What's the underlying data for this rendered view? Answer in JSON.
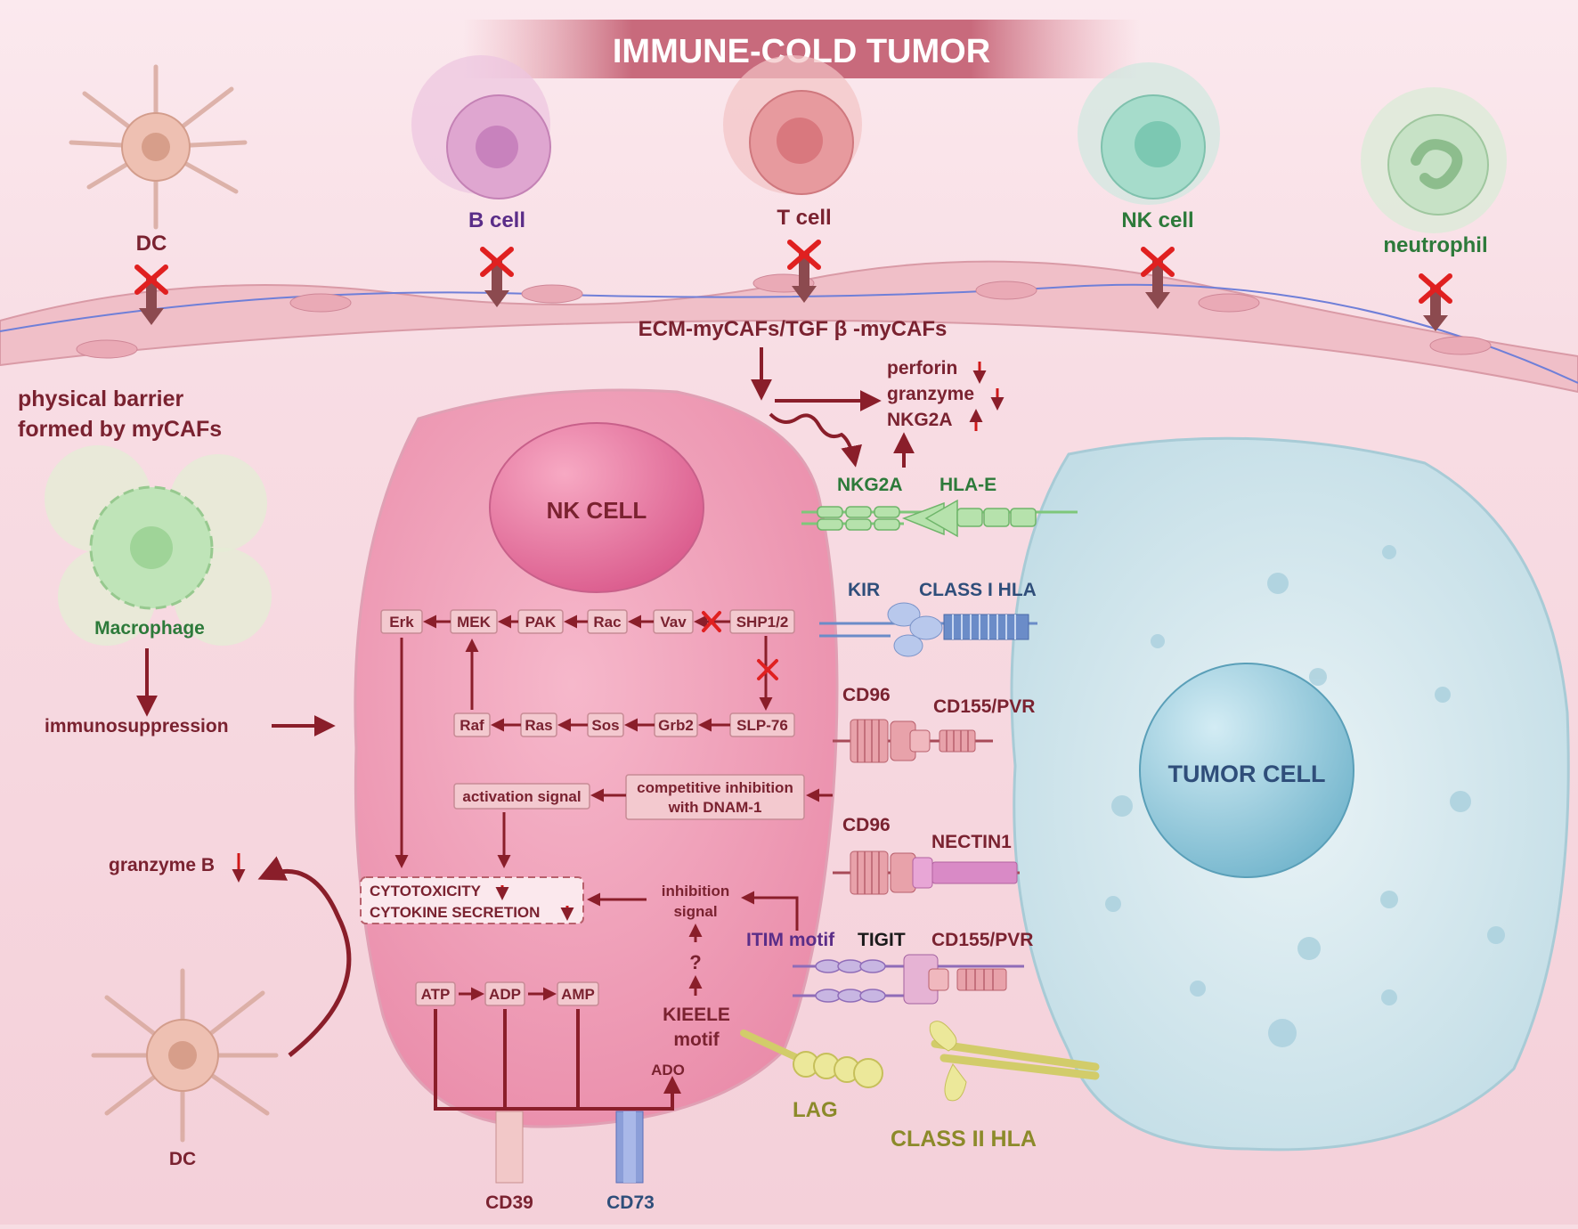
{
  "title": "IMMUNE-COLD TUMOR",
  "top_cells": {
    "dc": "DC",
    "b_cell": "B cell",
    "t_cell": "T cell",
    "nk_cell": "NK cell",
    "neutrophil": "neutrophil"
  },
  "caf_label": "ECM-myCAFs/TGF β -myCAFs",
  "barrier_label_line1": "physical barrier",
  "barrier_label_line2": "formed by myCAFs",
  "effects": {
    "perforin": "perforin",
    "granzyme": "granzyme",
    "nkg2a": "NKG2A"
  },
  "macrophage": "Macrophage",
  "immunosuppression": "immunosuppression",
  "granzyme_b": "granzyme B",
  "dc_bottom": "DC",
  "nk_cell_label": "NK CELL",
  "tumor_cell_label": "TUMOR CELL",
  "signaling": {
    "erk": "Erk",
    "mek": "MEK",
    "pak": "PAK",
    "rac": "Rac",
    "vav": "Vav",
    "shp": "SHP1/2",
    "raf": "Raf",
    "ras": "Ras",
    "sos": "Sos",
    "grb2": "Grb2",
    "slp76": "SLP-76",
    "activation_signal": "activation signal",
    "competitive_line1": "competitive inhibition",
    "competitive_line2": "with DNAM-1",
    "cytotoxicity": "CYTOTOXICITY",
    "cytokine": "CYTOKINE SECRETION",
    "inhibition_line1": "inhibition",
    "inhibition_line2": "signal",
    "question": "?",
    "kieele_line1": "KIEELE",
    "kieele_line2": "motif",
    "atp": "ATP",
    "adp": "ADP",
    "amp": "AMP",
    "ado": "ADO"
  },
  "receptors": {
    "nkg2a": "NKG2A",
    "hla_e": "HLA-E",
    "kir": "KIR",
    "class_i_hla": "CLASS I HLA",
    "cd96_a": "CD96",
    "cd155_a": "CD155/PVR",
    "cd96_b": "CD96",
    "nectin1": "NECTIN1",
    "itim": "ITIM motif",
    "tigit": "TIGIT",
    "cd155_b": "CD155/PVR",
    "lag": "LAG",
    "class_ii_hla": "CLASS II HLA",
    "cd39": "CD39",
    "cd73": "CD73"
  }
}
